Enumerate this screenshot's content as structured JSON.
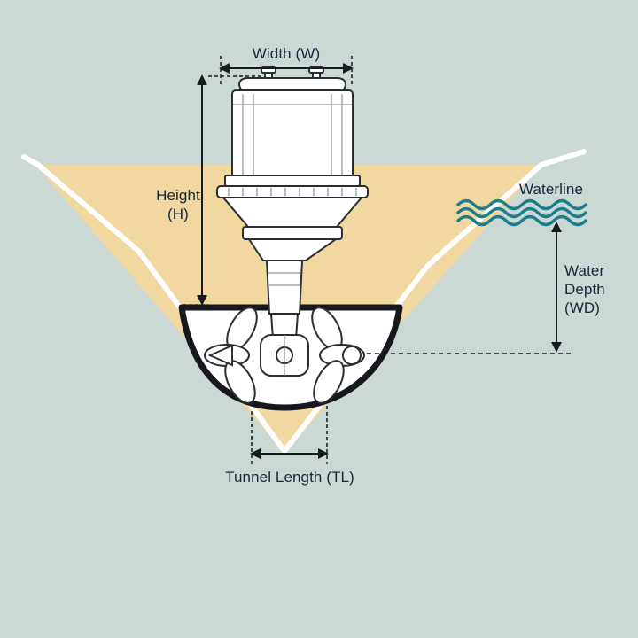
{
  "figure": {
    "colors": {
      "background": "#ccd8d4",
      "hull_fill": "#f0d8a0",
      "hull_outline": "#ffffff",
      "tunnel_outline": "#16181d",
      "device_line": "#2b2e34",
      "dimension_line": "#171b22",
      "wave": "#1a7e8d",
      "text": "#14293c"
    }
  },
  "labels": {
    "width": "Width (W)",
    "height": [
      "Height",
      "(H)"
    ],
    "waterline": "Waterline",
    "water_depth": [
      "Water",
      "Depth",
      "(WD)"
    ],
    "tunnel_length": "Tunnel Length (TL)"
  }
}
